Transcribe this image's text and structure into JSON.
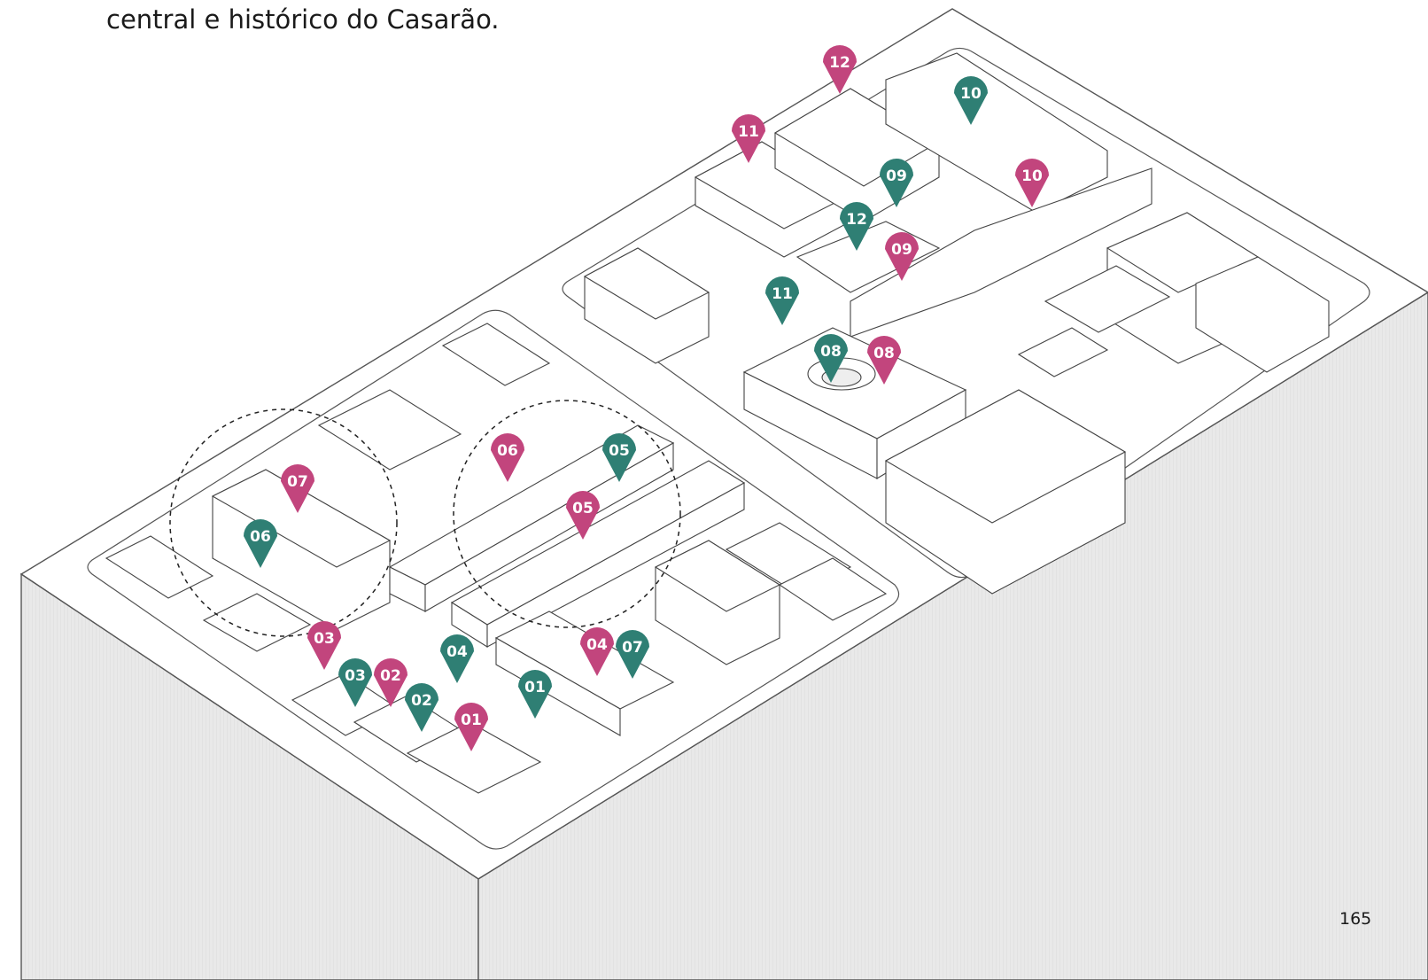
{
  "caption": "central e histórico do Casarão.",
  "page_number": "165",
  "colors": {
    "magenta_marker": "#c2457d",
    "teal_marker": "#2f7f74",
    "ground": "#f2f2f2",
    "line": "#4a4a4a"
  },
  "markers_magenta": [
    {
      "label": "12"
    },
    {
      "label": "11"
    },
    {
      "label": "10"
    },
    {
      "label": "09"
    },
    {
      "label": "08"
    },
    {
      "label": "07"
    },
    {
      "label": "06"
    },
    {
      "label": "05"
    },
    {
      "label": "04"
    },
    {
      "label": "03"
    },
    {
      "label": "02"
    },
    {
      "label": "01"
    }
  ],
  "markers_teal": [
    {
      "label": "10"
    },
    {
      "label": "09"
    },
    {
      "label": "12"
    },
    {
      "label": "11"
    },
    {
      "label": "08"
    },
    {
      "label": "05"
    },
    {
      "label": "06"
    },
    {
      "label": "04"
    },
    {
      "label": "07"
    },
    {
      "label": "03"
    },
    {
      "label": "02"
    },
    {
      "label": "01"
    }
  ]
}
